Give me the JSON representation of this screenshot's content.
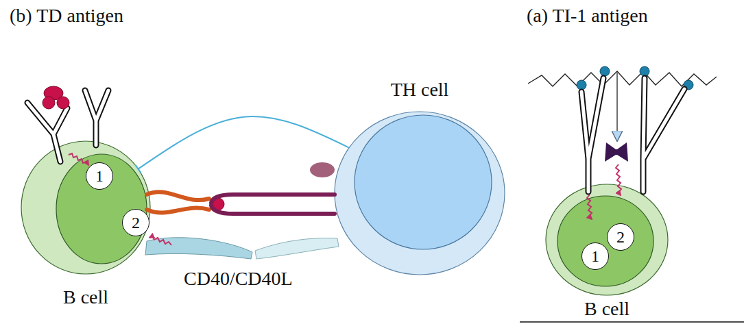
{
  "diagram": {
    "nodes": [
      {
        "text": [
          "B cell"
        ]
      },
      {
        "text": [
          "1"
        ],
        "in": 0
      },
      {
        "text": [
          "2"
        ],
        "in": 0
      },
      {
        "text": [
          "TH cell"
        ]
      },
      {
        "text": [
          "B cell"
        ]
      },
      {
        "text": [
          "1"
        ],
        "in": 4
      },
      {
        "text": [
          "2"
        ],
        "in": 4
      }
    ],
    "edges": [
      {
        "from": 3,
        "to": 0,
        "arrow": "to"
      }
    ],
    "labels": [
      "(b) TD antigen",
      "CD40/CD40L",
      "(a) TI-1 antigen"
    ]
  }
}
